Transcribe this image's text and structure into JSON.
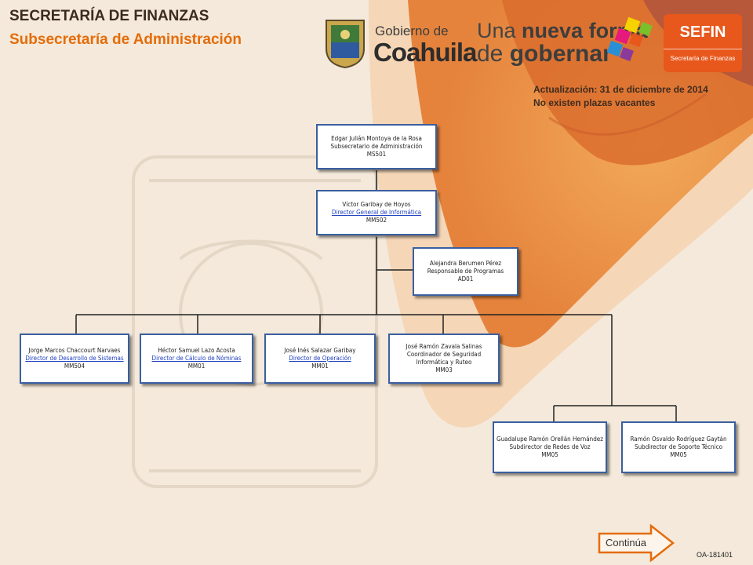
{
  "header": {
    "title": "SECRETARÍA DE FINANZAS",
    "subtitle": "Subsecretaría de Administración"
  },
  "logos": {
    "gobierno_line1": "Gobierno de",
    "gobierno_line2": "Coahuila",
    "slogan_line1_a": "Una ",
    "slogan_line1_b": "nueva forma",
    "slogan_line2_a": "de ",
    "slogan_line2_b": "gobernar",
    "sefin_title": "SEFIN",
    "sefin_sub": "Secretaría de Finanzas"
  },
  "status": {
    "update": "Actualización: 31  de diciembre de 2014",
    "vacancies": "No existen plazas vacantes"
  },
  "nodes": [
    {
      "name": "Edgar Julián Montoya de la Rosa",
      "role": "Subsecretario de Administración",
      "code": "MS501",
      "role_link": false
    },
    {
      "name": "Víctor Garibay de Hoyos",
      "role": "Director General de Informática",
      "code": "MM502",
      "role_link": true
    },
    {
      "name": "Alejandra Berumen Pérez",
      "role": "Responsable de Programas",
      "code": "AD01",
      "role_link": false
    },
    {
      "name": "Jorge Marcos Chaccourt Narvaes",
      "role": "Director de Desarrollo de Sistemas",
      "code": "MM504",
      "role_link": true
    },
    {
      "name": "Héctor Samuel Lazo Acosta",
      "role": "Director de Cálculo de Nóminas",
      "code": "MM01",
      "role_link": true
    },
    {
      "name": "José Inés Salazar Garibay",
      "role": "Director de Operación",
      "code": "MM01",
      "role_link": true
    },
    {
      "name": "José Ramón Zavala Salinas",
      "role": "Coordinador de Seguridad Informática  y Ruteo",
      "code": "MM03",
      "role_link": false
    },
    {
      "name": "Guadalupe Ramón Orellán Hernández",
      "role": "Subdirector de Redes de Voz",
      "code": "MM05",
      "role_link": false
    },
    {
      "name": "Ramón Osvaldo Rodríguez Gaytán",
      "role": "Subdirector de Soporte Técnico",
      "code": "MM05",
      "role_link": false
    }
  ],
  "footer": {
    "continue_label": "Continúa",
    "doc_code": "OA-181401"
  },
  "colors": {
    "accent_orange": "#e46c0a",
    "box_border": "#3a5fa0",
    "link": "#1f3fbf"
  }
}
